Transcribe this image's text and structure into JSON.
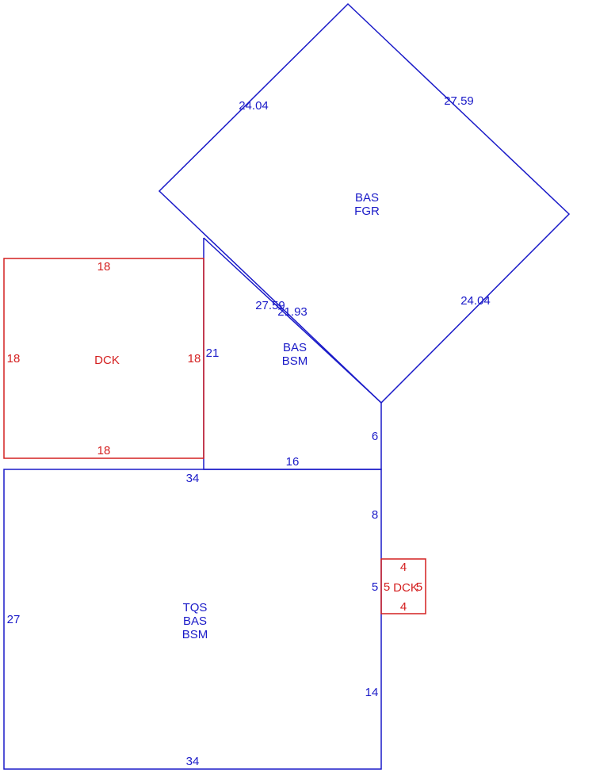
{
  "colors": {
    "main": "#1a1ac8",
    "deck": "#d42020",
    "background": "#ffffff"
  },
  "areas": {
    "upper_diamond": {
      "line1": "BAS",
      "line2": "FGR"
    },
    "middle_area": {
      "line1": "BAS",
      "line2": "BSM"
    },
    "left_deck": {
      "label": "DCK"
    },
    "lower_area": {
      "line1": "TQS",
      "line2": "BAS",
      "line3": "BSM"
    },
    "small_deck": {
      "label": "DCK"
    }
  },
  "dimensions": {
    "diamond_upper_left": "24.04",
    "diamond_upper_right": "27.59",
    "diamond_lower_right": "24.04",
    "diamond_lower_left": "27.59",
    "middle_diagonal": "21.93",
    "middle_left": "21",
    "middle_bottom": "16",
    "middle_right": "6",
    "left_deck_top": "18",
    "left_deck_left": "18",
    "left_deck_right": "18",
    "left_deck_bottom": "18",
    "lower_top": "34",
    "lower_left": "27",
    "lower_bottom": "34",
    "lower_right_upper": "8",
    "lower_right_middle": "5",
    "lower_right_lower": "14",
    "small_deck_top": "4",
    "small_deck_bottom": "4",
    "small_deck_left": "5",
    "small_deck_right": "5"
  }
}
